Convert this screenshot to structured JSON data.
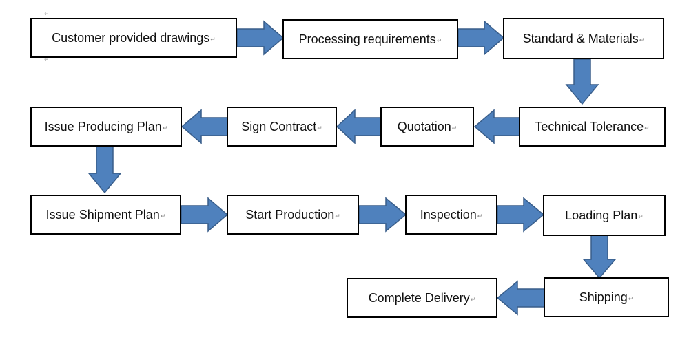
{
  "flow": {
    "steps": {
      "customer_drawings": "Customer provided drawings",
      "processing_requirements": "Processing requirements",
      "standard_materials": "Standard & Materials",
      "technical_tolerance": "Technical Tolerance",
      "quotation": "Quotation",
      "sign_contract": "Sign Contract",
      "issue_producing_plan": "Issue Producing Plan",
      "issue_shipment_plan": "Issue Shipment Plan",
      "start_production": "Start Production",
      "inspection": "Inspection",
      "loading_plan": "Loading Plan",
      "shipping": "Shipping",
      "complete_delivery": "Complete Delivery"
    },
    "paragraph_mark": "↵"
  },
  "colors": {
    "arrow_fill": "#4f81bd",
    "arrow_stroke": "#385d8a",
    "box_border": "#000000"
  }
}
